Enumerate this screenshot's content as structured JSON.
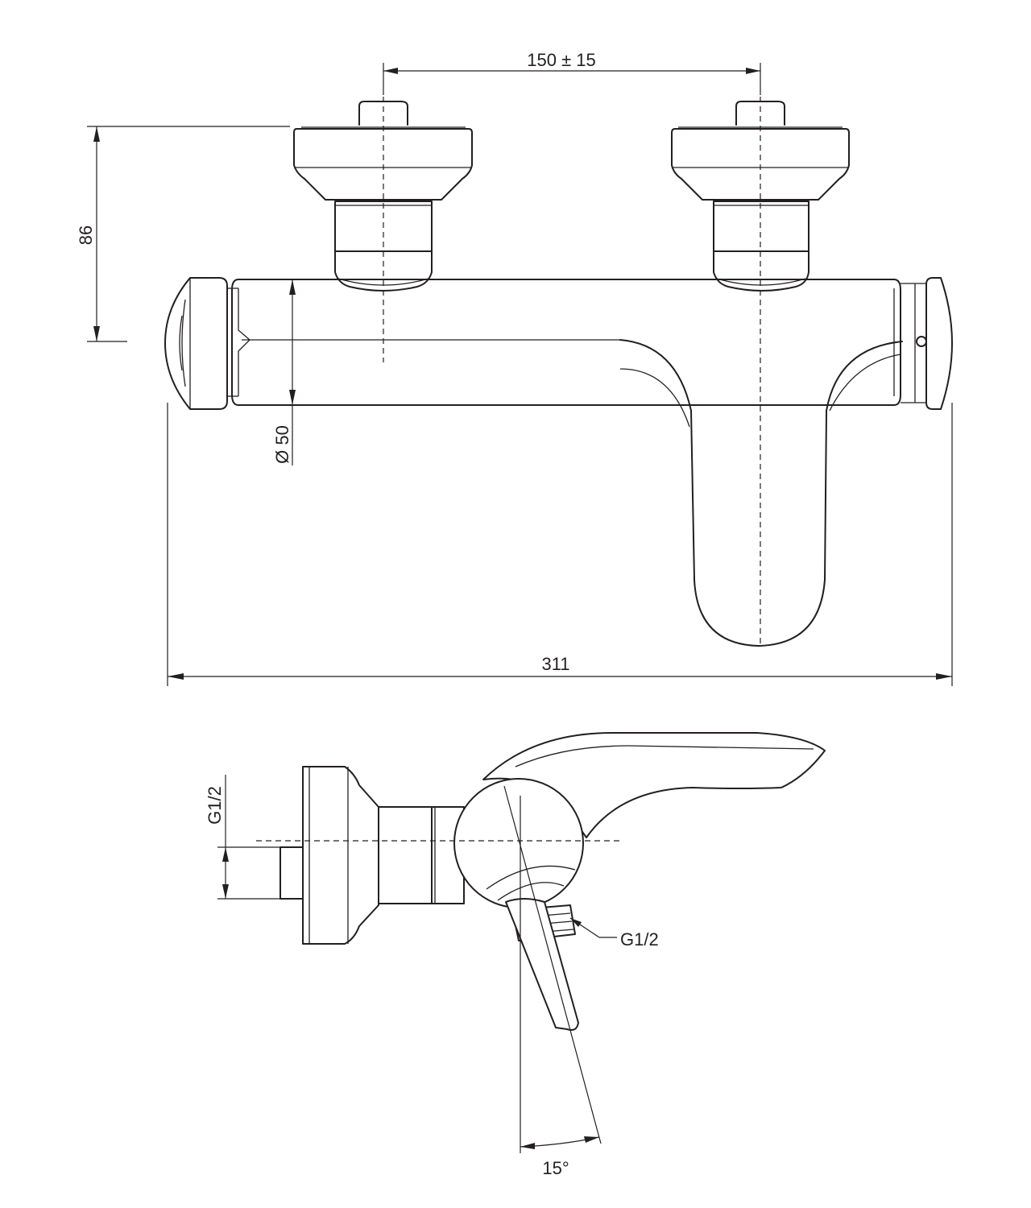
{
  "dimensions": {
    "spacing": "150 ± 15",
    "height": "86",
    "diameter": "Ø 50",
    "length": "311",
    "thread_side": "G1/2",
    "thread_bottom": "G1/2",
    "angle": "15°"
  }
}
